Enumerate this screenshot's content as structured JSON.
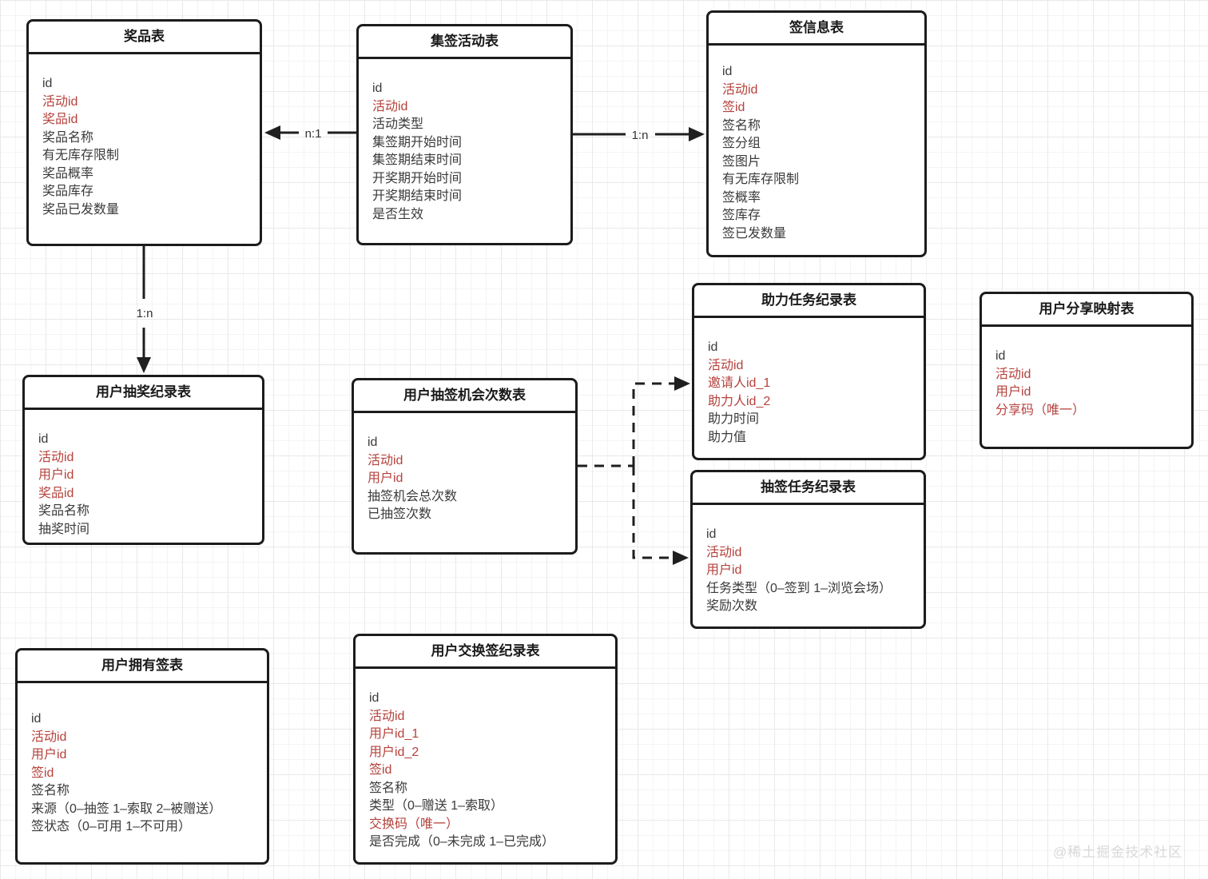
{
  "diagram": {
    "accent_red": "#b5423c",
    "line_color": "#1c1c1c",
    "grid_color": "#e9e9e9"
  },
  "entities": [
    {
      "title": "奖品表",
      "fields": [
        {
          "text": "id",
          "key": false
        },
        {
          "text": "活动id",
          "key": true
        },
        {
          "text": "奖品id",
          "key": true
        },
        {
          "text": "奖品名称",
          "key": false
        },
        {
          "text": "有无库存限制",
          "key": false
        },
        {
          "text": "奖品概率",
          "key": false
        },
        {
          "text": "奖品库存",
          "key": false
        },
        {
          "text": "奖品已发数量",
          "key": false
        }
      ]
    },
    {
      "title": "集签活动表",
      "fields": [
        {
          "text": "id",
          "key": false
        },
        {
          "text": "活动id",
          "key": true
        },
        {
          "text": "活动类型",
          "key": false
        },
        {
          "text": "集签期开始时间",
          "key": false
        },
        {
          "text": "集签期结束时间",
          "key": false
        },
        {
          "text": "开奖期开始时间",
          "key": false
        },
        {
          "text": "开奖期结束时间",
          "key": false
        },
        {
          "text": "是否生效",
          "key": false
        }
      ]
    },
    {
      "title": "签信息表",
      "fields": [
        {
          "text": "id",
          "key": false
        },
        {
          "text": "活动id",
          "key": true
        },
        {
          "text": "签id",
          "key": true
        },
        {
          "text": "签名称",
          "key": false
        },
        {
          "text": "签分组",
          "key": false
        },
        {
          "text": "签图片",
          "key": false
        },
        {
          "text": "有无库存限制",
          "key": false
        },
        {
          "text": "签概率",
          "key": false
        },
        {
          "text": "签库存",
          "key": false
        },
        {
          "text": "签已发数量",
          "key": false
        }
      ]
    },
    {
      "title": "助力任务纪录表",
      "fields": [
        {
          "text": "id",
          "key": false
        },
        {
          "text": "活动id",
          "key": true
        },
        {
          "text": "邀请人id_1",
          "key": true
        },
        {
          "text": "助力人id_2",
          "key": true
        },
        {
          "text": "助力时间",
          "key": false
        },
        {
          "text": "助力值",
          "key": false
        }
      ]
    },
    {
      "title": "用户分享映射表",
      "fields": [
        {
          "text": "id",
          "key": false
        },
        {
          "text": "活动id",
          "key": true
        },
        {
          "text": "用户id",
          "key": true
        },
        {
          "text": "分享码（唯一）",
          "key": true
        }
      ]
    },
    {
      "title": "用户抽奖纪录表",
      "fields": [
        {
          "text": "id",
          "key": false
        },
        {
          "text": "活动id",
          "key": true
        },
        {
          "text": "用户id",
          "key": true
        },
        {
          "text": "奖品id",
          "key": true
        },
        {
          "text": "奖品名称",
          "key": false
        },
        {
          "text": "抽奖时间",
          "key": false
        }
      ]
    },
    {
      "title": "用户抽签机会次数表",
      "fields": [
        {
          "text": "id",
          "key": false
        },
        {
          "text": "活动id",
          "key": true
        },
        {
          "text": "用户id",
          "key": true
        },
        {
          "text": "抽签机会总次数",
          "key": false
        },
        {
          "text": "已抽签次数",
          "key": false
        }
      ]
    },
    {
      "title": "抽签任务纪录表",
      "fields": [
        {
          "text": "id",
          "key": false
        },
        {
          "text": "活动id",
          "key": true
        },
        {
          "text": "用户id",
          "key": true
        },
        {
          "text": "任务类型（0–签到 1–浏览会场）",
          "key": false
        },
        {
          "text": "奖励次数",
          "key": false
        }
      ]
    },
    {
      "title": "用户拥有签表",
      "fields": [
        {
          "text": "id",
          "key": false
        },
        {
          "text": "活动id",
          "key": true
        },
        {
          "text": "用户id",
          "key": true
        },
        {
          "text": "签id",
          "key": true
        },
        {
          "text": "签名称",
          "key": false
        },
        {
          "text": "来源（0–抽签 1–索取 2–被赠送）",
          "key": false
        },
        {
          "text": "签状态（0–可用 1–不可用）",
          "key": false
        }
      ]
    },
    {
      "title": "用户交换签纪录表",
      "fields": [
        {
          "text": "id",
          "key": false
        },
        {
          "text": "活动id",
          "key": true
        },
        {
          "text": "用户id_1",
          "key": true
        },
        {
          "text": "用户id_2",
          "key": true
        },
        {
          "text": "签id",
          "key": true
        },
        {
          "text": "签名称",
          "key": false
        },
        {
          "text": "类型（0–赠送 1–索取）",
          "key": false
        },
        {
          "text": "交换码（唯一）",
          "key": true
        },
        {
          "text": "是否完成（0–未完成 1–已完成）",
          "key": false
        }
      ]
    }
  ],
  "connectors": [
    {
      "label": "n:1"
    },
    {
      "label": "1:n"
    },
    {
      "label": "1:n"
    }
  ],
  "watermark": "@稀土掘金技术社区"
}
